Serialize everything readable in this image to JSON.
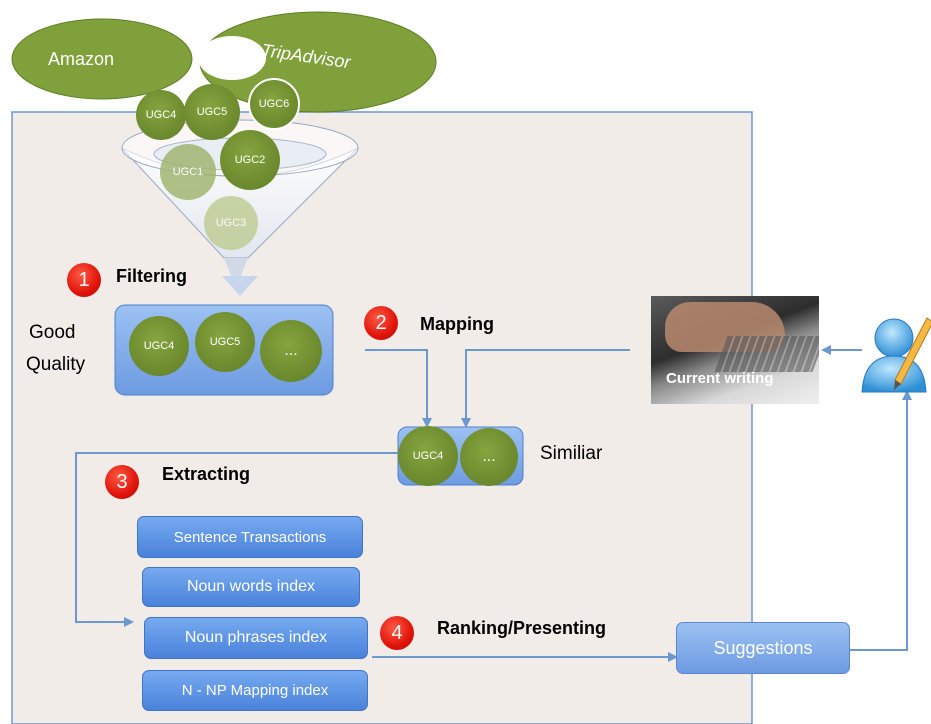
{
  "sources": {
    "amazon": "Amazon",
    "tripadvisor": "TripAdvisor"
  },
  "ugc_in_funnel": [
    "UGC4",
    "UGC5",
    "UGC6",
    "UGC1",
    "UGC2",
    "UGC3"
  ],
  "steps": {
    "s1": {
      "num": "1",
      "label": "Filtering"
    },
    "s2": {
      "num": "2",
      "label": "Mapping"
    },
    "s3": {
      "num": "3",
      "label": "Extracting"
    },
    "s4": {
      "num": "4",
      "label": "Ranking/Presenting"
    }
  },
  "good_quality": {
    "label_line1": "Good",
    "label_line2": "Quality",
    "items": [
      "UGC4",
      "UGC5",
      "..."
    ]
  },
  "similar": {
    "label": "Similiar",
    "items": [
      "UGC4",
      "..."
    ]
  },
  "indexes": [
    "Sentence Transactions",
    "Noun words index",
    "Noun phrases index",
    "N - NP Mapping index"
  ],
  "current_writing": "Current writing",
  "suggestions": "Suggestions",
  "colors": {
    "panel": "#f2ece8",
    "ugc_green": "#6b8a2e",
    "cloud_green": "#7fa03a",
    "box_blue": "#5b8fe0",
    "arrow": "#6b99cf",
    "badge_red": "#e0140a"
  },
  "icons": [
    "funnel-icon",
    "laptop-typing-image",
    "user-edit-icon"
  ]
}
